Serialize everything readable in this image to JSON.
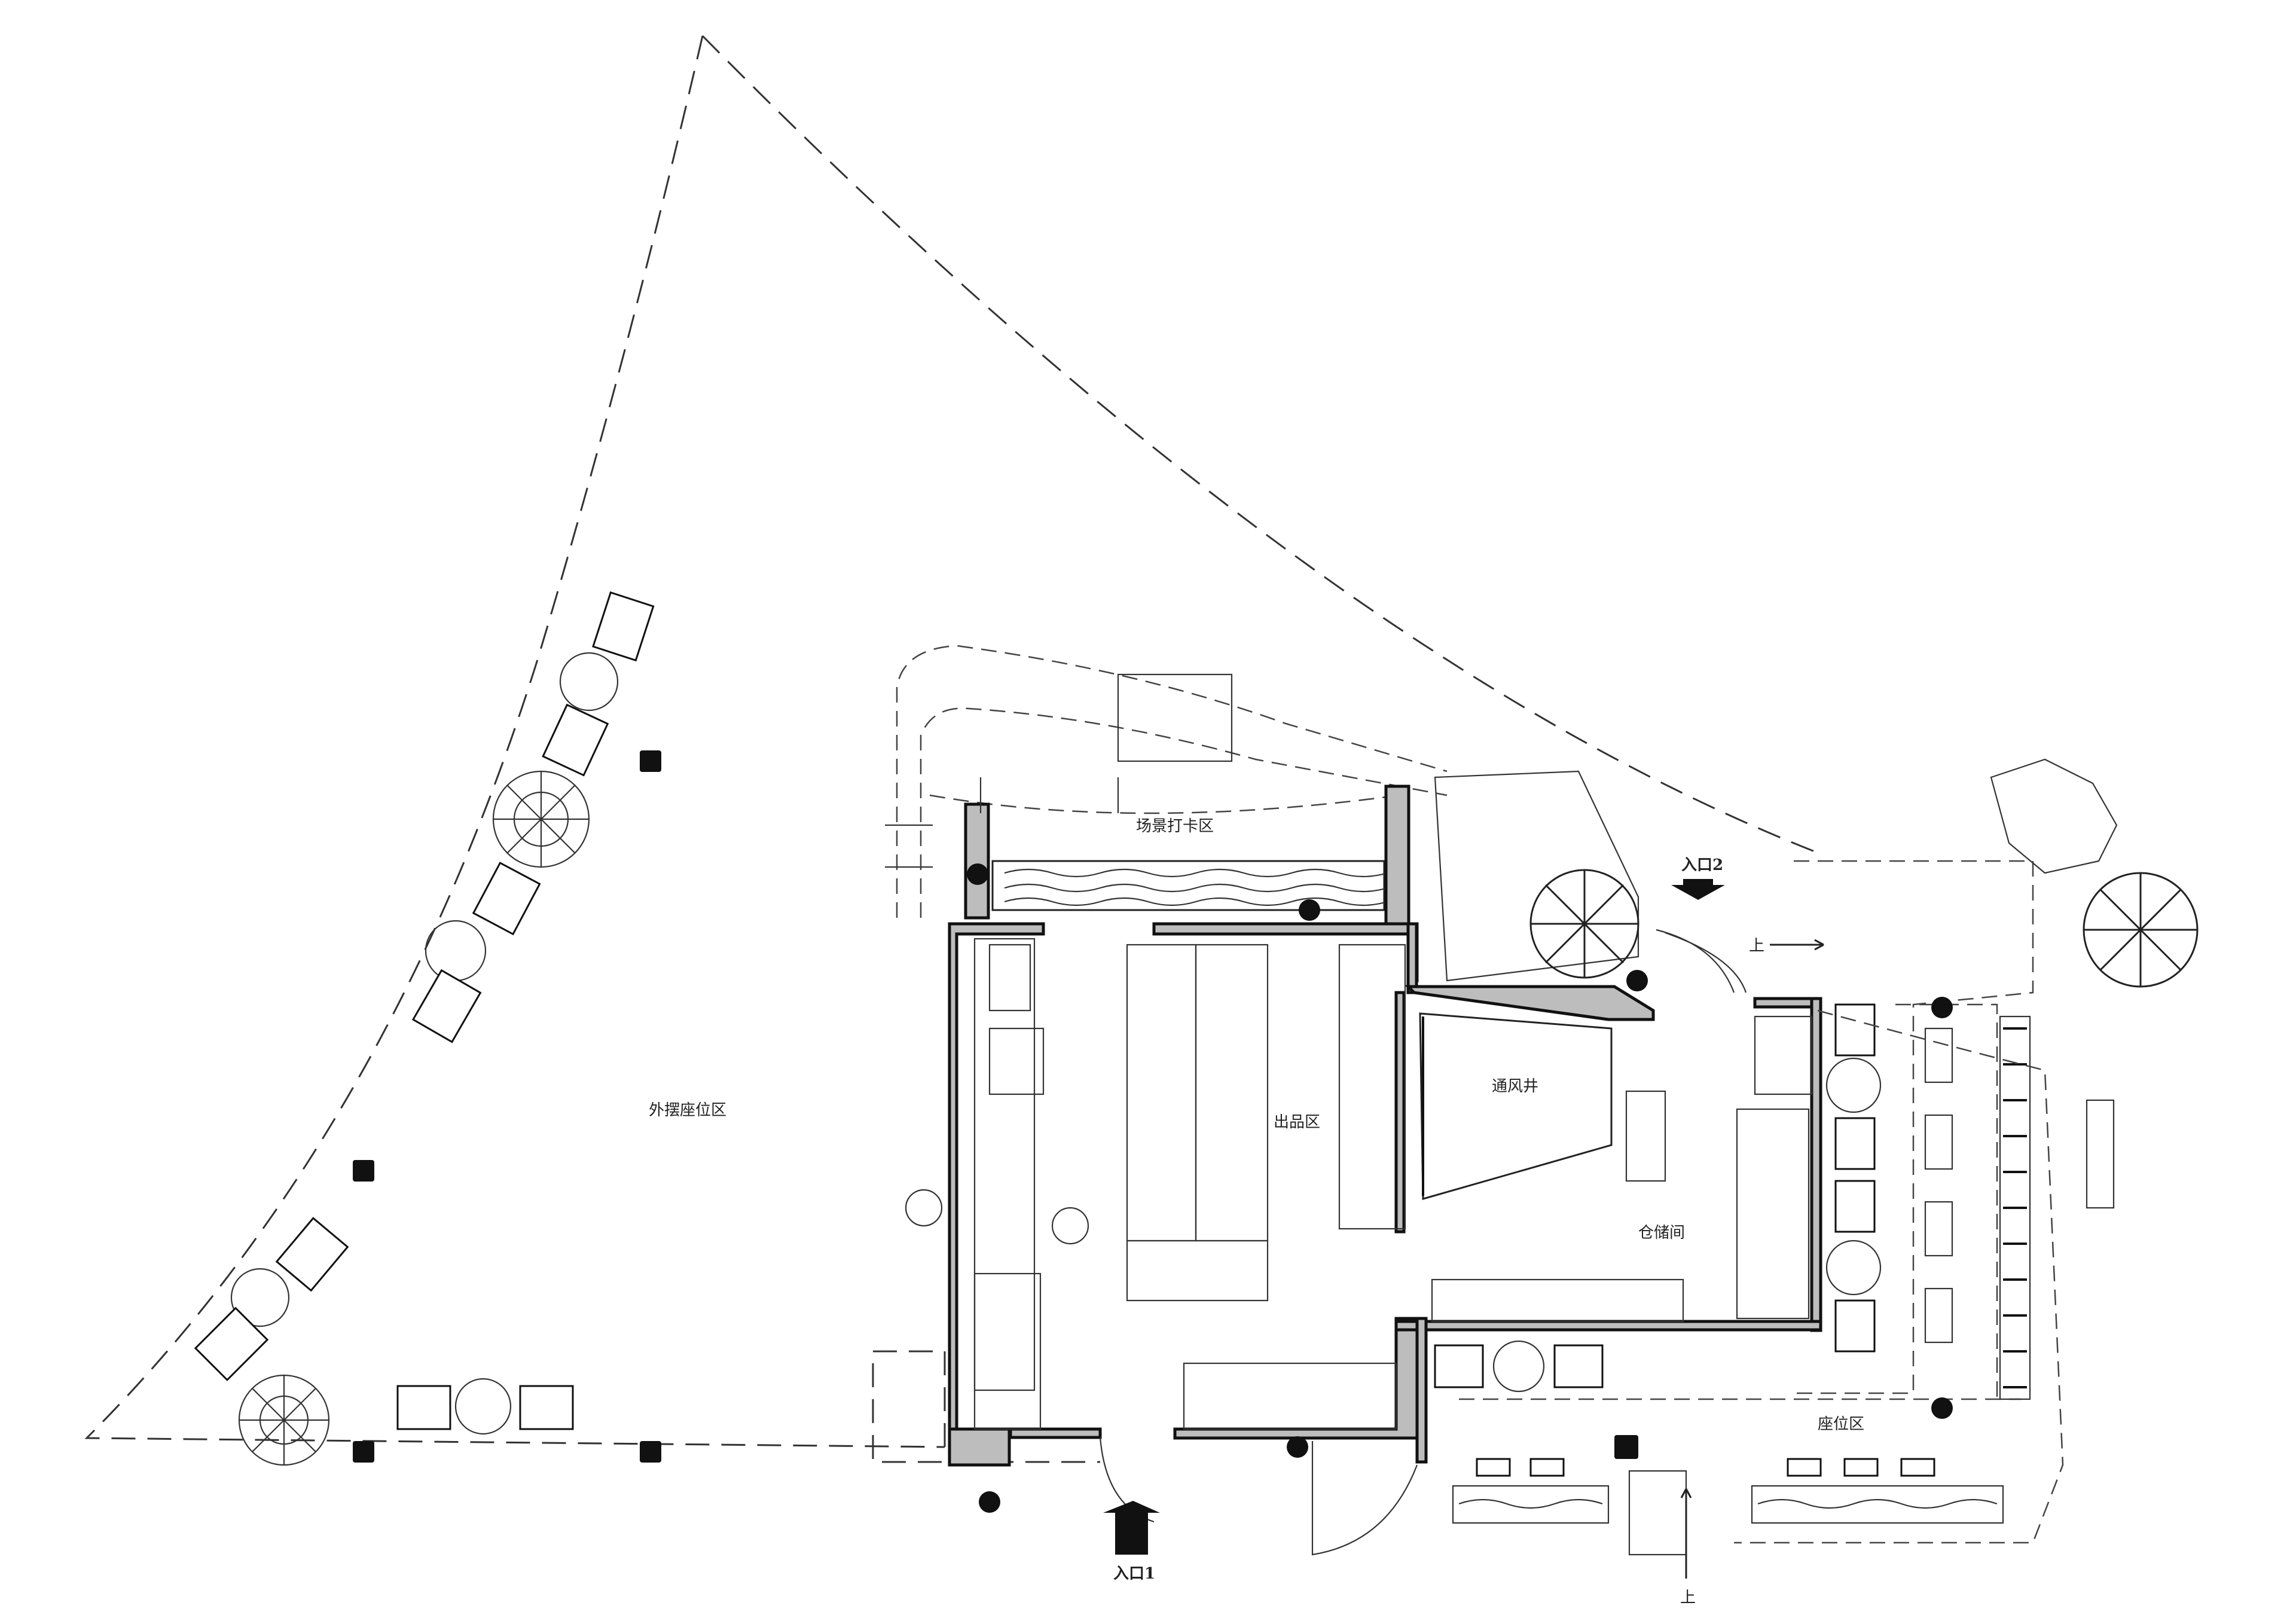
{
  "labels": {
    "outdoor_seating": "外摆座位区",
    "photo_spot": "场景打卡区",
    "serving_area": "出品区",
    "air_shaft": "通风井",
    "storage": "仓储间",
    "seating": "座位区",
    "entrance_1": "入口1",
    "entrance_2": "入口2",
    "stair_up_1": "上",
    "stair_up_2": "上"
  }
}
